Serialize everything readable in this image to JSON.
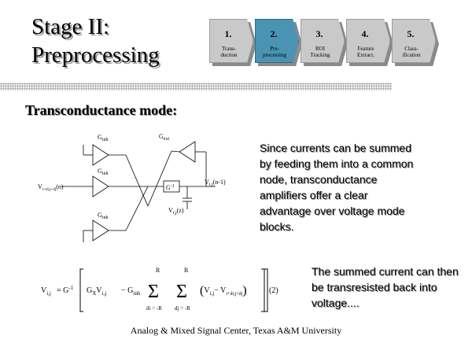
{
  "slide": {
    "title": "Stage II:\nPreprocessing",
    "subheading": "Transconductance mode:",
    "paragraph1": "Since currents can be summed by feeding them into a common node, transconductance amplifiers offer a clear advantage over voltage mode blocks.",
    "paragraph2": "The summed current can then be transresisted back into voltage....",
    "footer": "Analog & Mixed Signal Center, Texas A&M University"
  },
  "steps": [
    {
      "num": "1.",
      "label": "Trans-\nduction",
      "active": false
    },
    {
      "num": "2.",
      "label": "Pre-\nprocessing",
      "active": true
    },
    {
      "num": "3.",
      "label": "ROI\nTracking",
      "active": false
    },
    {
      "num": "4.",
      "label": "Feature\nExtract.",
      "active": false
    },
    {
      "num": "5.",
      "label": "Class-\nification",
      "active": false
    }
  ],
  "circuit": {
    "labels": {
      "g_inh_top": "G",
      "g_inh_top_sub": "inh",
      "g_inh_mid": "G",
      "g_inh_mid_sub": "inh",
      "g_inh_bot": "G",
      "g_inh_bot_sub": "inh",
      "g_ext": "G",
      "g_ext_sub": "ext",
      "g_inv": "G",
      "g_inv_sup": "-1",
      "v_in": "V",
      "v_in_sub": "i+di,j+dj",
      "v_in_arg": "(n)",
      "v_out": "V",
      "v_out_sub": "i,j",
      "v_out_arg": "(n-1)",
      "v_ij": "V",
      "v_ij_sub": "i,j",
      "v_ij_arg": "(z)"
    }
  },
  "equation": {
    "lhs": "V",
    "lhs_sub": "i,j",
    "eq": "= G",
    "eq_sup": "-1",
    "term1": "G",
    "term1_sub": "X",
    "term1_v": "V",
    "term1_v_sub": "i,j",
    "minus": "− G",
    "minus_sub": "inh",
    "sum_upper": "R",
    "sum_lower1": "di = -R",
    "sum_lower2": "dj = -R",
    "inner_v": "V",
    "inner_v_sub": "i,j",
    "inner_minus": "− V",
    "inner_minus_sub": "i+di,j+dj",
    "eq_number": "(2)"
  },
  "colors": {
    "active_step": "#4a93b3",
    "inactive_step": "#c9c9c9",
    "shadow": "#9a9a9a"
  }
}
